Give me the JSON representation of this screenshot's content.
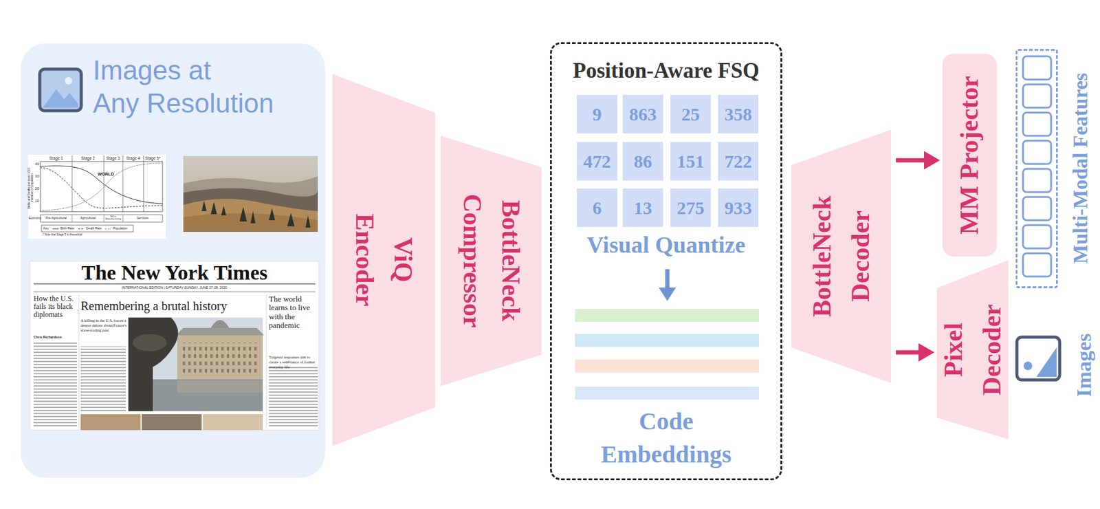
{
  "diagram": {
    "nodes": [
      {
        "text": [
          "Images at Any Resolution"
        ]
      },
      {
        "text": [
          "ViQ Encoder"
        ]
      },
      {
        "text": [
          "BottleNeck Compressor"
        ]
      },
      {
        "text": [
          "Position-Aware FSQ",
          "Visual Quantize",
          "Code Embeddings"
        ]
      },
      {
        "text": [
          "9"
        ],
        "in": 3
      },
      {
        "text": [
          "863"
        ],
        "in": 3
      },
      {
        "text": [
          "25"
        ],
        "in": 3
      },
      {
        "text": [
          "358"
        ],
        "in": 3
      },
      {
        "text": [
          "472"
        ],
        "in": 3
      },
      {
        "text": [
          "86"
        ],
        "in": 3
      },
      {
        "text": [
          "151"
        ],
        "in": 3
      },
      {
        "text": [
          "722"
        ],
        "in": 3
      },
      {
        "text": [
          "6"
        ],
        "in": 3
      },
      {
        "text": [
          "13"
        ],
        "in": 3
      },
      {
        "text": [
          "275"
        ],
        "in": 3
      },
      {
        "text": [
          "933"
        ],
        "in": 3
      },
      {
        "text": [
          "BottleNeck Decoder"
        ]
      },
      {
        "text": [
          "MM Projector"
        ]
      },
      {
        "text": [
          "Pixel Decoder"
        ]
      },
      {
        "text": [
          "Multi-Modal Features"
        ]
      }
    ],
    "edges": [
      {
        "from": 16,
        "to": 17,
        "arrow": "to"
      },
      {
        "from": 16,
        "to": 18,
        "arrow": "to"
      }
    ],
    "labels": [
      "Stage 1",
      "Stage 2",
      "Stage 3",
      "Stage 4",
      "Stage 5*",
      "WORLD",
      "40",
      "30",
      "20",
      "10",
      "Births and Deaths per every 1000 members of population",
      "Economy",
      "Pre-Agricultural",
      "Agricultural",
      "NICs, Manufacturing",
      "Services",
      "Key:",
      "Birth Rate",
      "Death Rate",
      "Population",
      "* Note that Stage 5 is theoretical",
      "The New York Times",
      "INTERNATIONAL EDITION | SATURDAY-SUNDAY, JUNE 27-28, 2020",
      "How the U.S. fails its black diplomats",
      "Chris Richardson",
      "Remembering a brutal history",
      "A killing in the U.S. forces a deeper debate about France's slave-trading past",
      "The world learns to live with the pandemic",
      "Targeted responses aim to create a semblance of former everyday life",
      "Images"
    ]
  }
}
